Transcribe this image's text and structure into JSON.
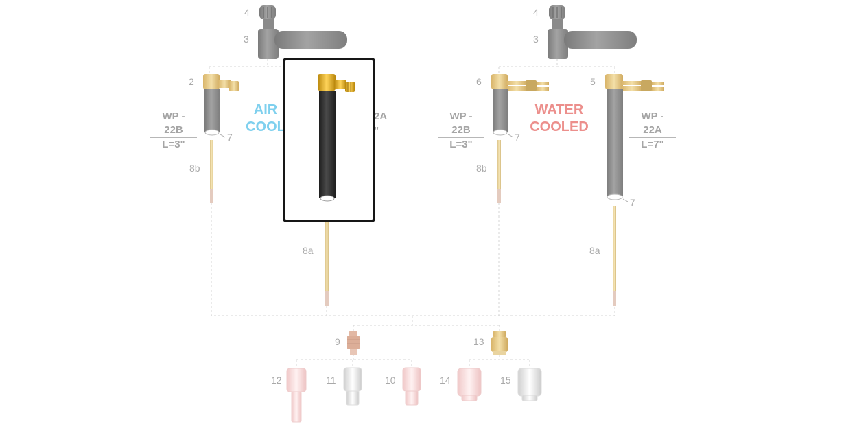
{
  "colors": {
    "air_cooled": "#7fd0ee",
    "water_cooled": "#ec8f8c",
    "highlight_border": "#161616",
    "brass": "#e3c88a",
    "gray_part": "#8f8f8f",
    "selected_body": "#2e2e2e"
  },
  "callouts": {
    "n4_left": "4",
    "n3_left": "3",
    "n2": "2",
    "n7_left": "7",
    "n8b_left": "8b",
    "n8a_left": "8a",
    "n4_right": "4",
    "n3_right": "3",
    "n6": "6",
    "n5": "5",
    "n7_mid": "7",
    "n7_right": "7",
    "n8b_right": "8b",
    "n8a_right": "8a",
    "n9": "9",
    "n13": "13",
    "n12": "12",
    "n11": "11",
    "n10": "10",
    "n14": "14",
    "n15": "15"
  },
  "models": {
    "left_b": {
      "name": "WP - 22B",
      "length": "L=3\""
    },
    "left_a_partial": {
      "name": "2A",
      "length": "\""
    },
    "right_b": {
      "name": "WP - 22B",
      "length": "L=3\""
    },
    "right_a": {
      "name": "WP - 22A",
      "length": "L=7\""
    }
  },
  "cooling": {
    "air_line1": "AIR",
    "air_line2": "COOL",
    "water_line1": "WATER",
    "water_line2": "COOLED"
  },
  "selected_part": {
    "icon": "torch-body-icon",
    "state": "highlighted"
  }
}
